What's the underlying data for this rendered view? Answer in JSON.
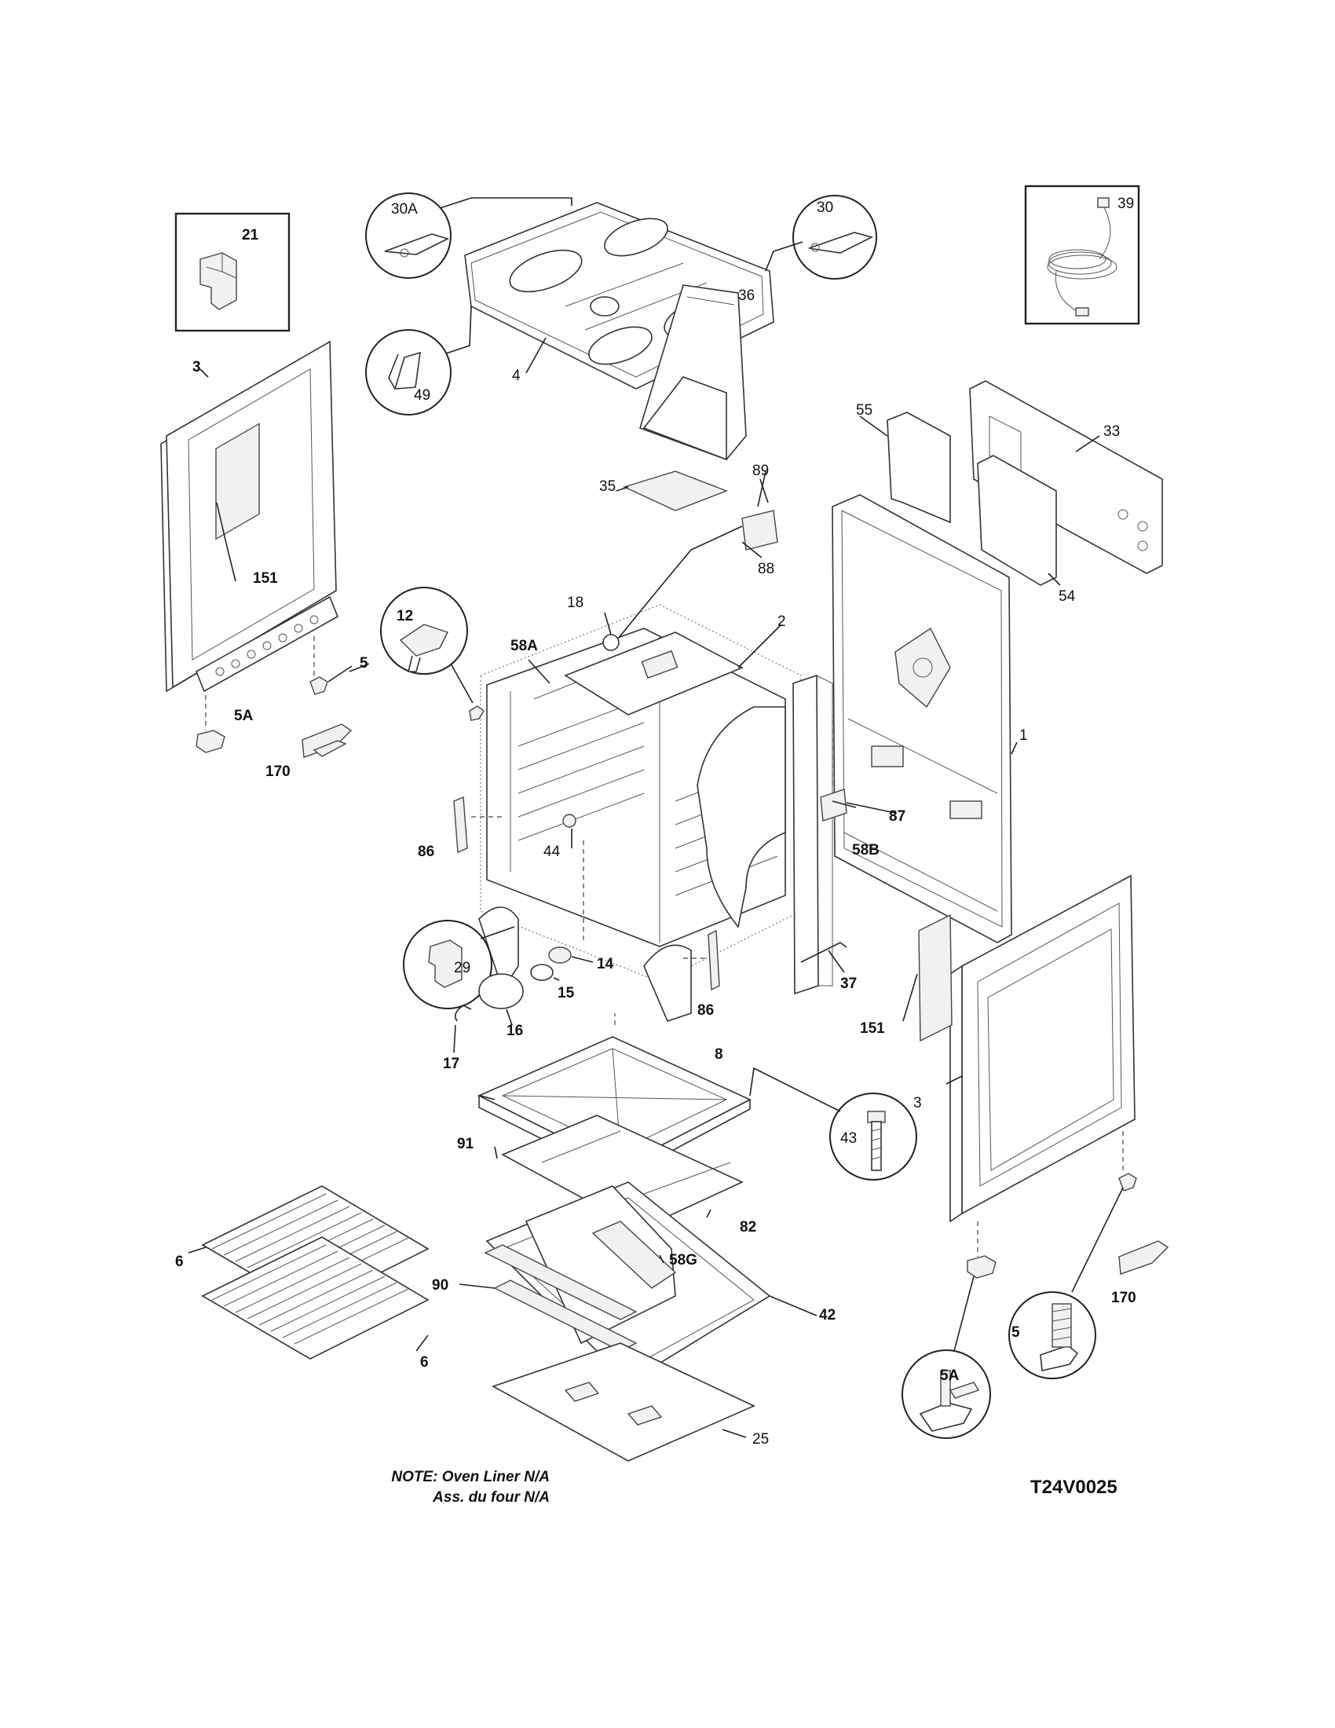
{
  "labels": {
    "l21": "21",
    "l30A": "30A",
    "l30": "30",
    "l39": "39",
    "l3a": "3",
    "l49": "49",
    "l4": "4",
    "l36": "36",
    "l55": "55",
    "l33": "33",
    "l35": "35",
    "l89": "89",
    "l151a": "151",
    "l88": "88",
    "l54": "54",
    "l12": "12",
    "l18": "18",
    "l58A": "58A",
    "l2": "2",
    "l5a": "5",
    "l5Aa": "5A",
    "l1": "1",
    "l170a": "170",
    "l87": "87",
    "l86a": "86",
    "l44": "44",
    "l58B": "58B",
    "l29": "29",
    "l14": "14",
    "l15": "15",
    "l86b": "86",
    "l37": "37",
    "l151b": "151",
    "l16": "16",
    "l17": "17",
    "l8": "8",
    "l3b": "3",
    "l43": "43",
    "l91": "91",
    "l82": "82",
    "l6a": "6",
    "l58G": "58G",
    "l90": "90",
    "l42": "42",
    "l170b": "170",
    "l6b": "6",
    "l5b": "5",
    "l5Ab": "5A",
    "l25": "25"
  },
  "note": {
    "line1": "NOTE: Oven Liner N/A",
    "line2": "Ass. du four N/A"
  },
  "diagram_code": "T24V0025"
}
